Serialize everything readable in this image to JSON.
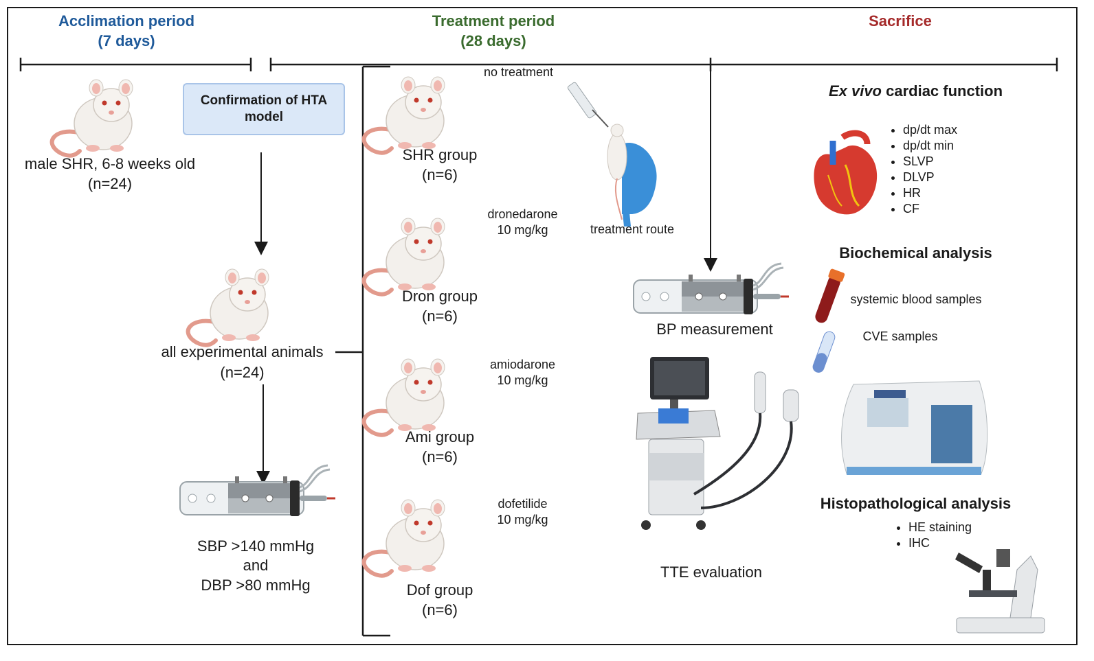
{
  "phases": {
    "acclimation": {
      "title": "Acclimation period",
      "duration": "(7 days)",
      "color": "#1f5a9a"
    },
    "treatment": {
      "title": "Treatment period",
      "duration": "(28 days)",
      "color": "#3a6b2e"
    },
    "sacrifice": {
      "title": "Sacrifice",
      "color": "#a52a2a"
    }
  },
  "acclimation": {
    "animals_label": "male SHR, 6-8 weeks old",
    "animals_n": "(n=24)",
    "confirmation_box": "Confirmation of HTA model",
    "all_animals_label": "all experimental animals",
    "all_animals_n": "(n=24)",
    "criteria": [
      "SBP >140 mmHg",
      "and",
      "DBP >80 mmHg"
    ]
  },
  "groups": [
    {
      "name": "SHR group",
      "n": "(n=6)",
      "treatment": [
        "no treatment"
      ]
    },
    {
      "name": "Dron group",
      "n": "(n=6)",
      "treatment": [
        "dronedarone",
        "10 mg/kg"
      ]
    },
    {
      "name": "Ami group",
      "n": "(n=6)",
      "treatment": [
        "amiodarone",
        "10 mg/kg"
      ]
    },
    {
      "name": "Dof group",
      "n": "(n=6)",
      "treatment": [
        "dofetilide",
        "10 mg/kg"
      ]
    }
  ],
  "treatment_route": "treatment route",
  "bp_measurement": "BP measurement",
  "tte_evaluation": "TTE evaluation",
  "sacrifice": {
    "ex_vivo_italic": "Ex vivo",
    "ex_vivo_rest": " cardiac function",
    "cardiac_params": [
      "dp/dt max",
      "dp/dt min",
      "SLVP",
      "DLVP",
      "HR",
      "CF"
    ],
    "biochem_title": "Biochemical analysis",
    "blood_samples": "systemic blood samples",
    "cve_samples": "CVE samples",
    "histo_title": "Histopathological analysis",
    "histo_items": [
      "HE staining",
      "IHC"
    ]
  }
}
